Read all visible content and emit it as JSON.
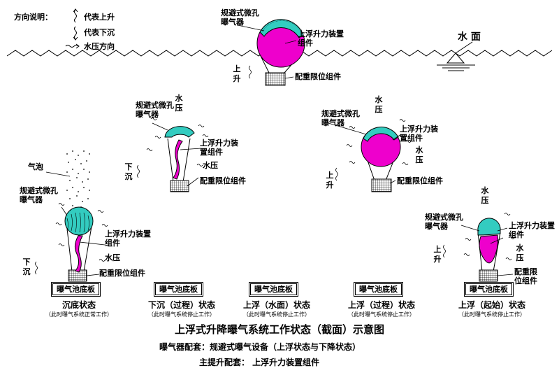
{
  "legend": {
    "title": "方向说明：",
    "rise": "代表上升",
    "sink": "代表下沉",
    "pressure": "水压方向"
  },
  "labels": {
    "water_surface": "水 面",
    "aerator": "规避式微孔曝气器",
    "lift_device": "上浮升力装置组件",
    "weight": "配重限位组件",
    "water_pressure": "水压",
    "rise": "上升",
    "sink": "下沉",
    "bubbles": "气泡",
    "base": "曝气池底板"
  },
  "states": [
    {
      "name": "沉底状态",
      "note": "（此时曝气系统正常工作）"
    },
    {
      "name": "下沉（过程）状态",
      "note": "（此时曝气系统停止工作）"
    },
    {
      "name": "上浮（水面）状态",
      "note": "（此时曝气系统停止工作）"
    },
    {
      "name": "上浮（过程）状态",
      "note": "（此时曝气系统停止工作）"
    },
    {
      "name": "上浮（起始）状态",
      "note": "（此时曝气系统停止工作）"
    }
  ],
  "footer": {
    "title": "上浮式升降曝气系统工作状态（截面）示意图",
    "line1": "曝气器配套：规避式曝气设备（上浮状态与下降状态）",
    "line2": "主提升配套：    上浮升力装置组件"
  },
  "colors": {
    "cyan": "#33ccc0",
    "magenta": "#ee00cc",
    "purple": "#aa00dd",
    "line": "#000000"
  }
}
